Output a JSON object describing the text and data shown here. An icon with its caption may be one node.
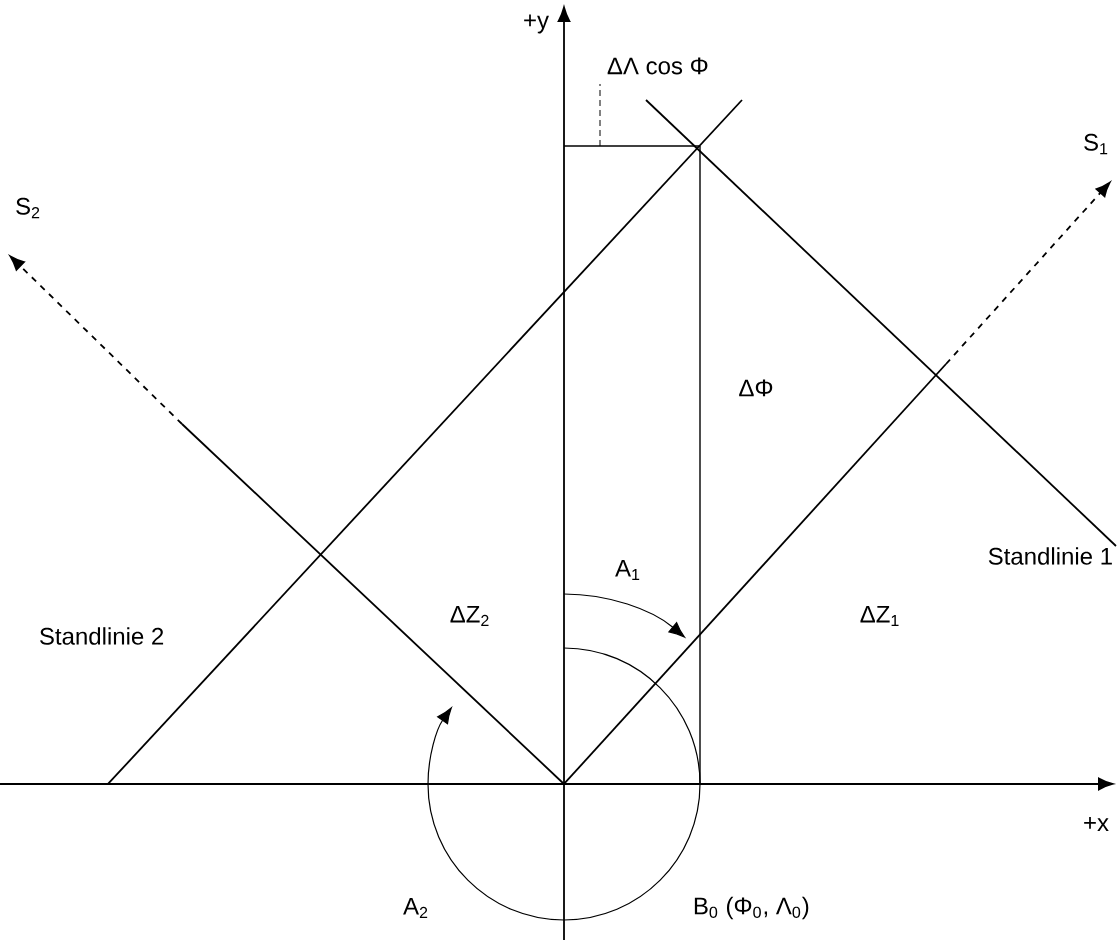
{
  "diagram": {
    "labels": [
      "+y",
      "ΔΛ cos Φ",
      "S$_{1}$",
      "S$_{2}$",
      "ΔΦ",
      "Standlinie 1",
      "A$_{1}$",
      "ΔZ$_{2}$",
      "ΔZ$_{1}$",
      "Standlinie 2",
      "+x",
      "A$_{2}$",
      "B$_{0}$ (Φ$_{0}$, Λ$_{0}$)"
    ]
  }
}
